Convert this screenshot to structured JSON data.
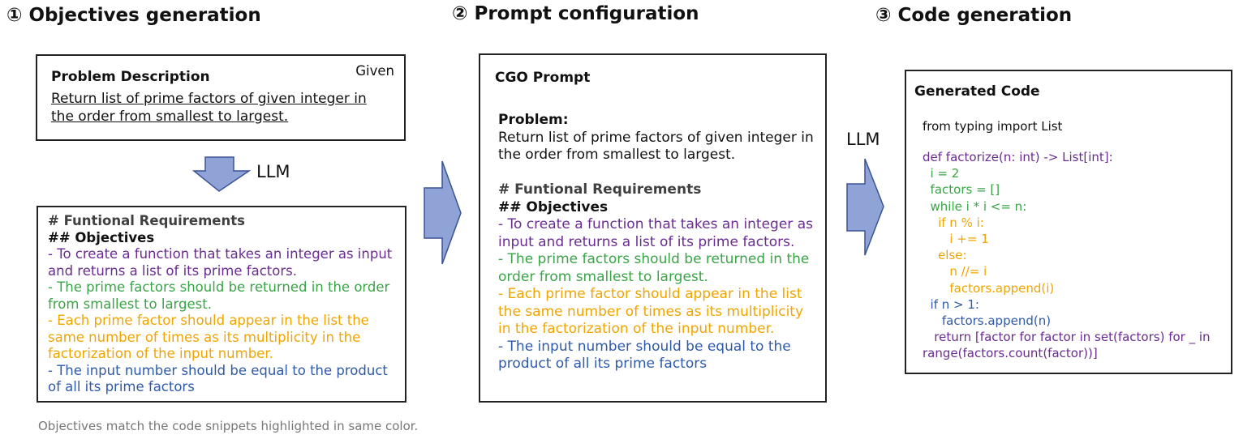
{
  "colors": {
    "purple": "#6a2c91",
    "green": "#3aa447",
    "orange": "#f0a500",
    "blue": "#2e5aa9",
    "arrow_fill": "#8fa3d6",
    "arrow_stroke": "#3b5296"
  },
  "stages": {
    "s1": "① Objectives generation",
    "s2": "② Prompt configuration",
    "s3": "③ Code generation"
  },
  "problem_box": {
    "tag": "Given",
    "title": "Problem Description",
    "text": "Return list of prime factors of given integer in the order from smallest to largest."
  },
  "llm_label_1": "LLM",
  "llm_label_2": "LLM",
  "objectives_box": {
    "header1": "# Funtional Requirements",
    "header2": "## Objectives",
    "items": [
      "- To create a function that takes an integer as input and returns a list of its prime factors.",
      " - The prime factors should be returned in the order from smallest to largest.",
      " - Each prime factor should appear in the list the same number of times as its multiplicity in the factorization of the input number.",
      " - The input number should be equal to the product of all its prime factors"
    ]
  },
  "caption": "Objectives match the code snippets highlighted in same color.",
  "prompt_box": {
    "title": "CGO Prompt",
    "problem_label": "Problem:",
    "problem_text": "Return list of prime factors of given integer in the order from smallest to largest.",
    "header1": "# Funtional Requirements",
    "header2": "## Objectives",
    "items": [
      "- To create a function that takes an integer as input and returns a list of its prime factors.",
      " - The prime factors should be returned in the order from smallest to largest.",
      " - Each prime factor should appear in the list the same number of times as its multiplicity in the factorization of the input number.",
      " - The input number should be equal to the product of all its prime factors"
    ]
  },
  "code_box": {
    "title": "Generated Code",
    "import_line": "from typing import List",
    "lines": [
      "def factorize(n: int) -> List[int]:",
      "  i = 2",
      "  factors = []",
      "  while i * i <= n:",
      "    if n % i:",
      "       i += 1",
      "    else:",
      "       n //= i",
      "       factors.append(i)",
      "  if n > 1:",
      "     factors.append(n)",
      "   return [factor for factor in set(factors) for _ in",
      "range(factors.count(factor))]"
    ]
  }
}
